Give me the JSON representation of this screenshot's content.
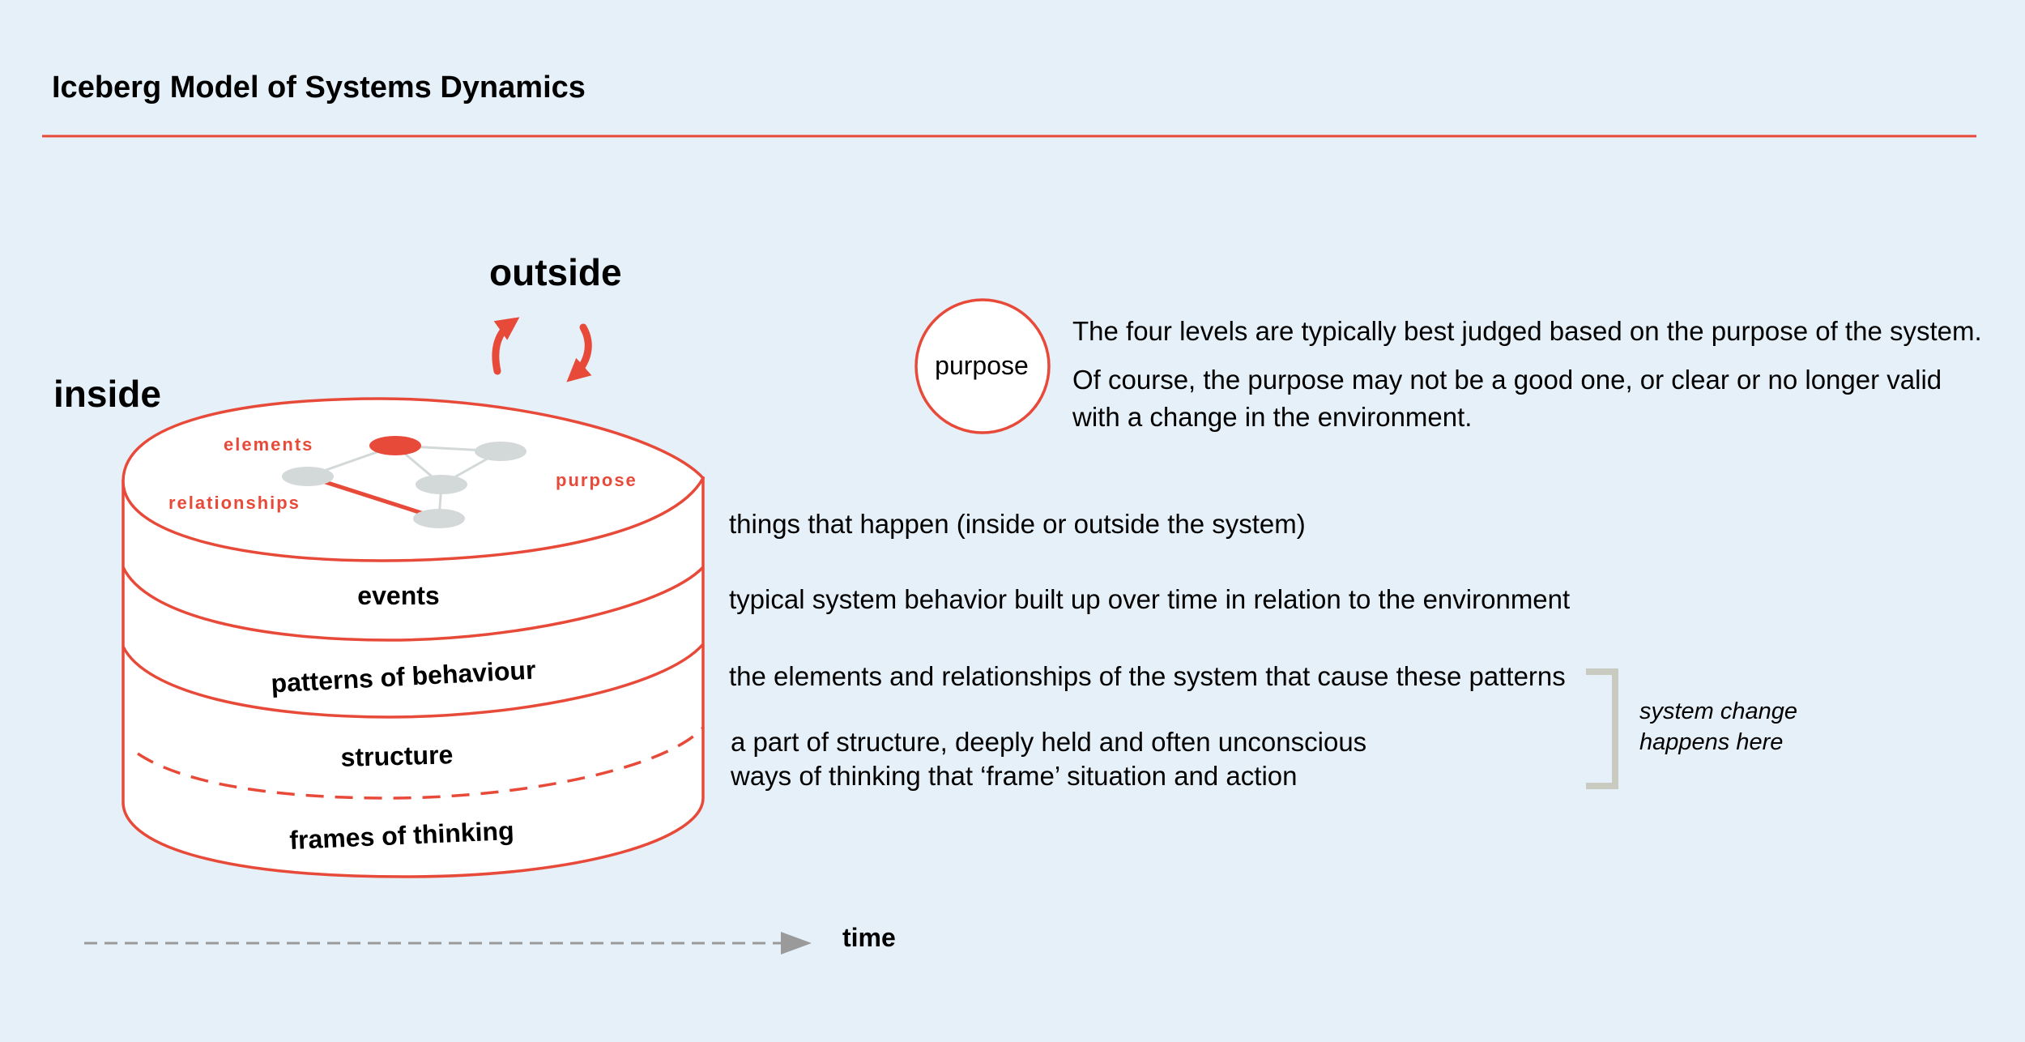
{
  "title": "Iceberg Model of Systems Dynamics",
  "colors": {
    "background": "#e6f0f9",
    "accent": "#e84a3a",
    "node_grey": "#d3d8d8",
    "bracket": "#c9cbc1",
    "arrow_grey": "#9a9a9a"
  },
  "labels": {
    "outside": "outside",
    "inside": "inside",
    "time": "time"
  },
  "top_network": {
    "elements": "elements",
    "relationships": "relationships",
    "purpose": "purpose"
  },
  "layers": [
    {
      "label": "events",
      "description": "things that happen (inside or outside the system)"
    },
    {
      "label": "patterns of behaviour",
      "description": "typical system behavior built up over time in relation to the environment"
    },
    {
      "label": "structure",
      "description": "the elements and relationships of the system that cause these patterns"
    },
    {
      "label": "frames of thinking",
      "description_lines": [
        "a part of structure, deeply held and often unconscious",
        "ways of thinking that ‘frame’ situation and action"
      ]
    }
  ],
  "purpose_box": {
    "circle_label": "purpose",
    "line1": "The four levels are typically best judged based on the purpose of the system.",
    "line2": "Of course, the purpose may not be a good one, or clear or no longer valid",
    "line3": "with a change in the environment."
  },
  "system_change_note": [
    "system change",
    "happens here"
  ]
}
